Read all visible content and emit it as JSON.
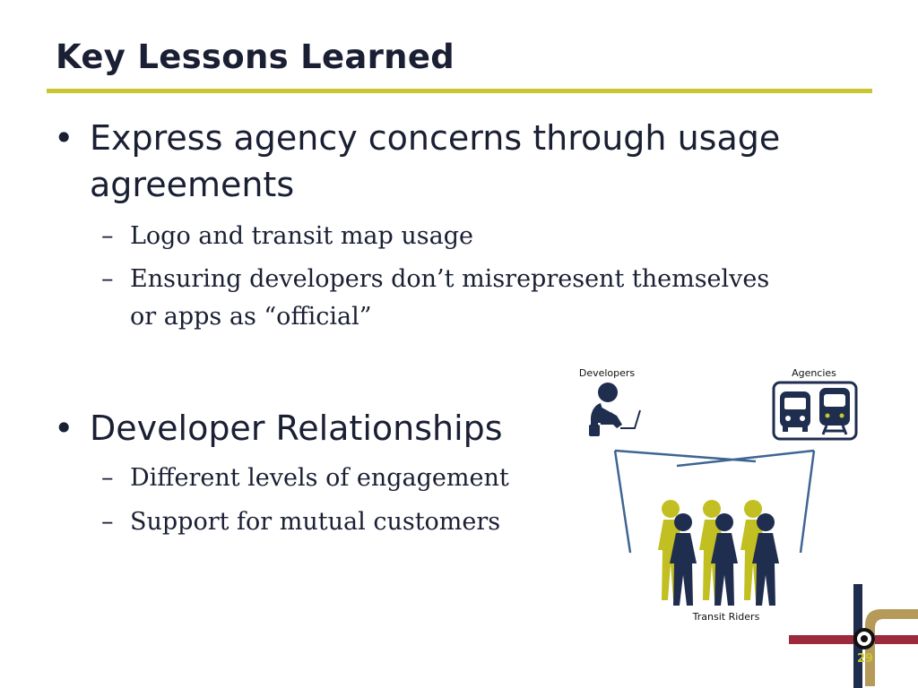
{
  "slide": {
    "title": "Key Lessons Learned",
    "bullets": [
      {
        "marker": "•",
        "lines": [
          "Express agency concerns through usage",
          "agreements"
        ],
        "subs": [
          {
            "marker": "–",
            "lines": [
              "Logo and transit map usage"
            ]
          },
          {
            "marker": "–",
            "lines": [
              "Ensuring developers don’t misrepresent themselves",
              "or apps as “official”"
            ]
          }
        ]
      },
      {
        "marker": "•",
        "lines": [
          "Developer Relationships"
        ],
        "subs": [
          {
            "marker": "–",
            "lines": [
              "Different levels of engagement"
            ]
          },
          {
            "marker": "–",
            "lines": [
              "Support for mutual customers"
            ]
          }
        ]
      }
    ],
    "diagram": {
      "developers_label": "Developers",
      "agencies_label": "Agencies",
      "riders_label": "Transit Riders",
      "icons": [
        "developer-laptop-icon",
        "bus-icon",
        "train-icon",
        "rider-group-icon"
      ]
    },
    "page_number": "29",
    "colors": {
      "title_rule": "#c9c630",
      "text": "#1a1f33",
      "navy": "#1f2d4f",
      "olive": "#c2bf23",
      "connector": "#3f6592",
      "logo_red": "#9c2a3c"
    }
  }
}
